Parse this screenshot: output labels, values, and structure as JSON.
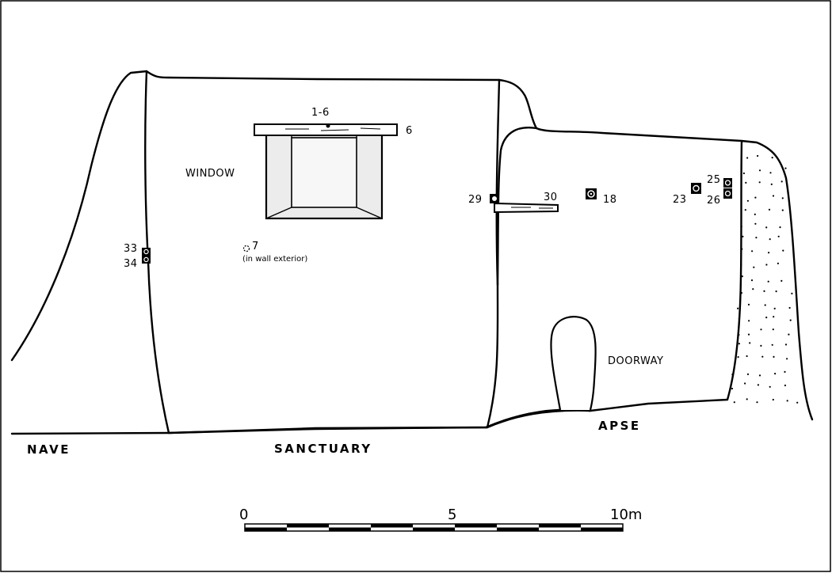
{
  "labels": {
    "window": "WINDOW",
    "doorway": "DOORWAY",
    "nave": "NAVE",
    "sanctuary": "SANCTUARY",
    "apse": "APSE",
    "wall_exterior_note": "(in wall exterior)"
  },
  "samples": {
    "s1_6": "1-6",
    "s6": "6",
    "s7": "7",
    "s18": "18",
    "s23": "23",
    "s25": "25",
    "s26": "26",
    "s29": "29",
    "s30": "30",
    "s33": "33",
    "s34": "34"
  },
  "scale_bar": {
    "start": "0",
    "mid": "5",
    "end": "10m",
    "segments": 9
  },
  "colors": {
    "ink": "#000000",
    "background": "#ffffff",
    "window_fill": "#ececec"
  }
}
